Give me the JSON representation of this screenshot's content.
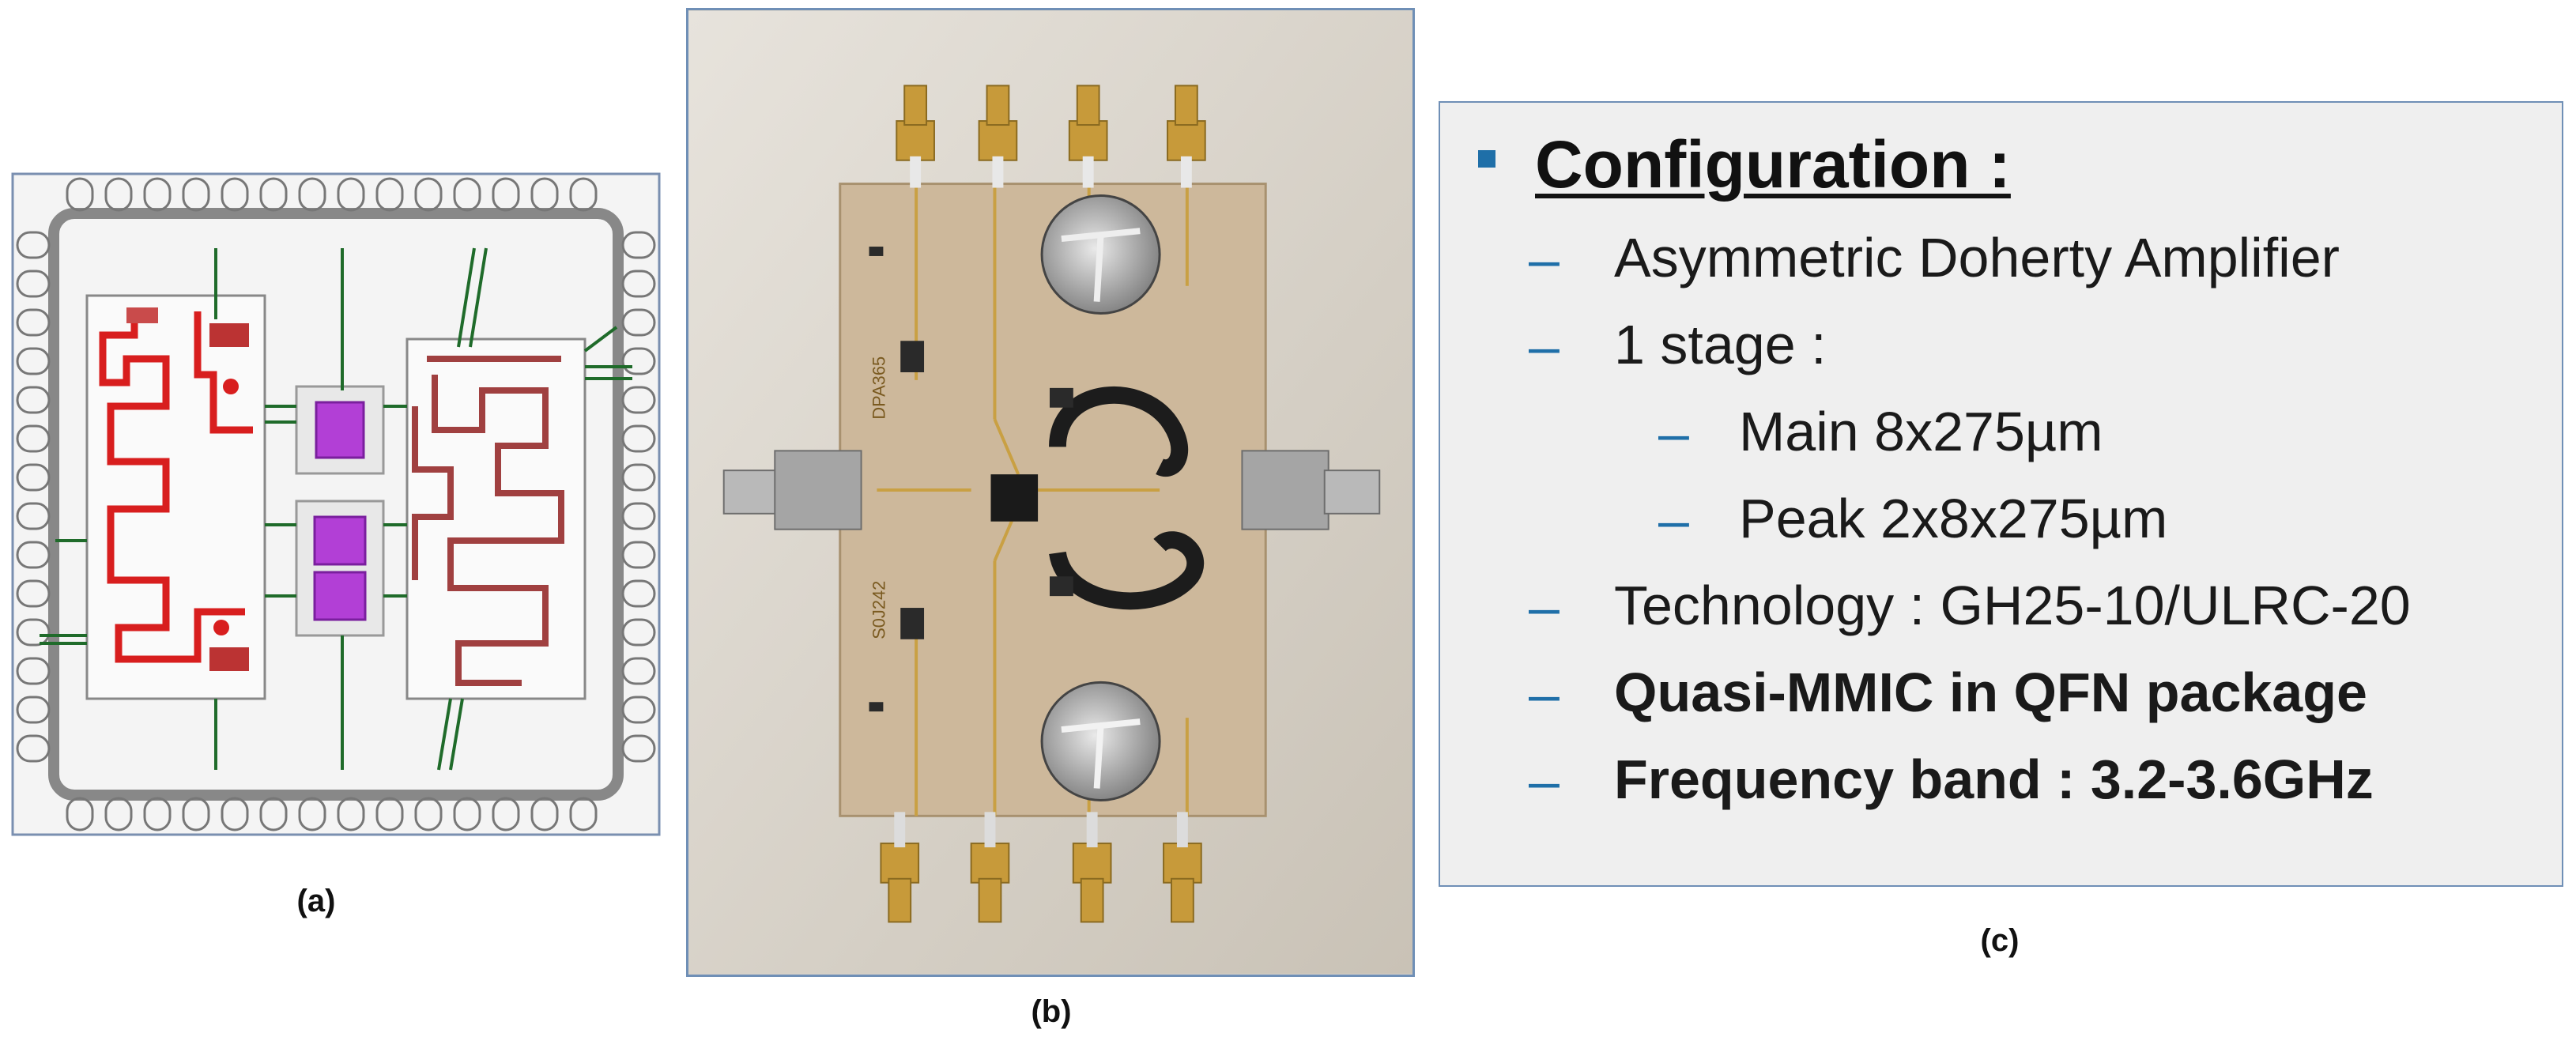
{
  "captions": {
    "a": "(a)",
    "b": "(b)",
    "c": "(c)"
  },
  "config": {
    "title": "Configuration :",
    "items": [
      "Asymmetric Doherty Amplifier",
      "1 stage :",
      "Main 8x275µm",
      "Peak 2x8x275µm",
      "Technology : GH25-10/ULRC-20",
      "Quasi-MMIC in QFN package",
      "Frequency band : 3.2-3.6GHz"
    ]
  },
  "board_labels": {
    "top": "DPA365",
    "bottom": "S0J242"
  },
  "colors": {
    "accent": "#1f6fa8",
    "border": "#6f8fb6",
    "trace_red": "#d81e1e",
    "bond_green": "#1f6b2a"
  }
}
